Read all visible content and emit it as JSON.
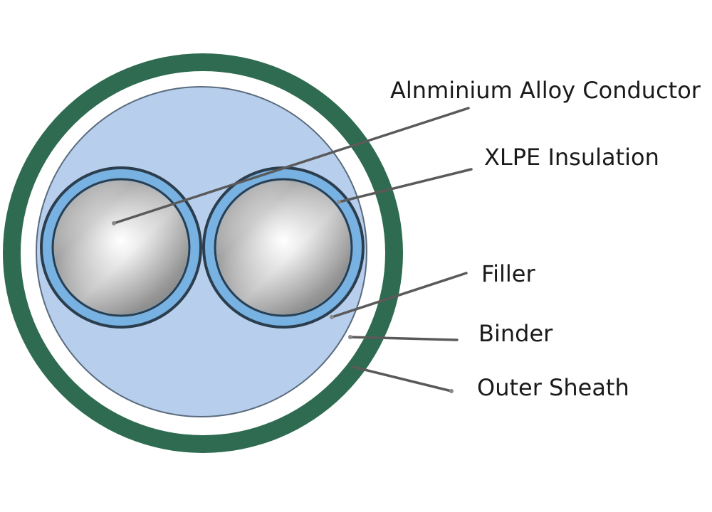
{
  "labels": {
    "conductor": "Alnminium Alloy Conductor",
    "insulation": "XLPE Insulation",
    "filler": "Filler",
    "binder": "Binder",
    "sheath": "Outer Sheath"
  },
  "colors": {
    "outer_sheath": "#2e6b50",
    "binder": "#ffffff",
    "filler": "#b7cfec",
    "filler_edge": "#5a6b7d",
    "insulation": "#78b2e2",
    "insulation_edge": "#2c3e4e",
    "conductor_light": "#f4f4f4",
    "conductor_dark": "#8c8c8c",
    "leader_line": "#5a5a5a"
  }
}
